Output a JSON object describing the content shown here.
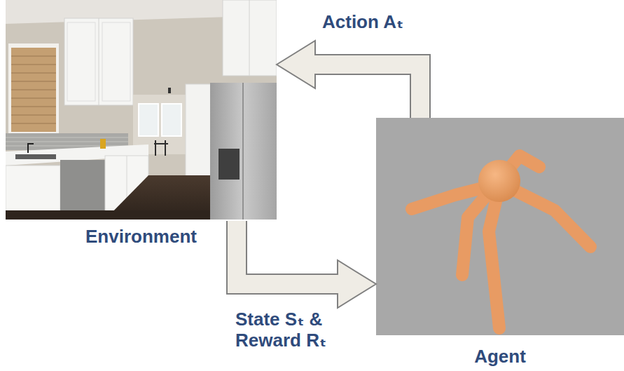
{
  "diagram": {
    "nodes": [
      {
        "text": [
          "Environment"
        ]
      },
      {
        "text": [
          "Agent"
        ]
      }
    ],
    "edges": [
      {
        "from": 1,
        "to": 0,
        "arrow": "to",
        "label": "Action Aₜ"
      },
      {
        "from": 0,
        "to": 1,
        "arrow": "to",
        "label": "State Sₜ & Reward Rₜ"
      }
    ]
  }
}
